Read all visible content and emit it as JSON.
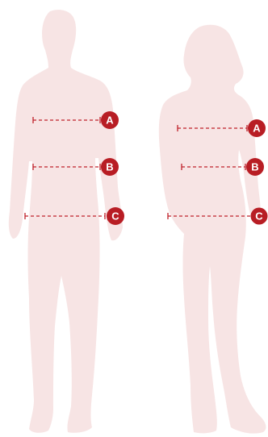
{
  "markers": {
    "a": "A",
    "b": "B",
    "c": "C"
  },
  "colors": {
    "silhouette": "#f7e4e4",
    "accent": "#b81d24"
  }
}
